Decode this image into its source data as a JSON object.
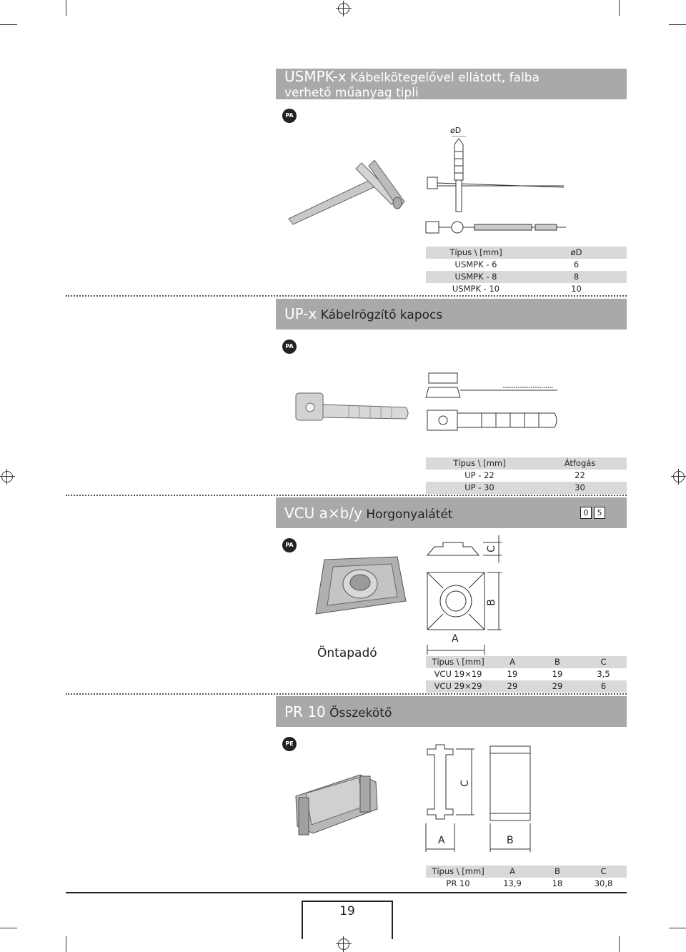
{
  "sections": {
    "usmpk": {
      "code": "USMPK-x",
      "title_line1": "Kábelkötegelővel ellátott, falba",
      "title_line2": "verhető műanyag tipli",
      "material": "PA",
      "drawing_label": "øD",
      "table": {
        "headers": [
          "Típus \\ [mm]",
          "øD"
        ],
        "rows": [
          [
            "USMPK - 6",
            "6"
          ],
          [
            "USMPK - 8",
            "8"
          ],
          [
            "USMPK - 10",
            "10"
          ]
        ]
      }
    },
    "up": {
      "code": "UP-x",
      "title": "Kábelrögzítő kapocs",
      "material": "PA",
      "table": {
        "headers": [
          "Típus \\ [mm]",
          "Átfogás"
        ],
        "rows": [
          [
            "UP - 22",
            "22"
          ],
          [
            "UP - 30",
            "30"
          ]
        ]
      }
    },
    "vcu": {
      "code": "VCU a×b/y",
      "title": "Horgonyalátét",
      "material": "PA",
      "badge": [
        "0",
        "5"
      ],
      "caption": "Öntapadó",
      "dim_labels": {
        "a": "A",
        "b": "B",
        "c": "C"
      },
      "table": {
        "headers": [
          "Típus \\ [mm]",
          "A",
          "B",
          "C"
        ],
        "rows": [
          [
            "VCU 19×19",
            "19",
            "19",
            "3,5"
          ],
          [
            "VCU 29×29",
            "29",
            "29",
            "6"
          ]
        ]
      }
    },
    "pr": {
      "code": "PR 10",
      "title": "Összekötő",
      "material": "PE",
      "dim_labels": {
        "a": "A",
        "b": "B",
        "c": "C"
      },
      "table": {
        "headers": [
          "Típus \\ [mm]",
          "A",
          "B",
          "C"
        ],
        "rows": [
          [
            "PR 10",
            "13,9",
            "18",
            "30,8"
          ]
        ]
      }
    }
  },
  "page_number": "19"
}
